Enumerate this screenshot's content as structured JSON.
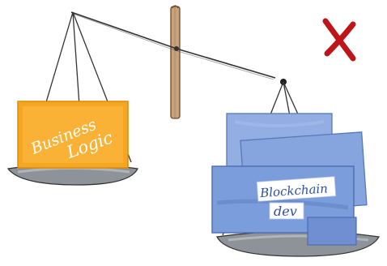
{
  "left_pan": {
    "label_line1": "Business",
    "label_line2": "Logic",
    "box_color": "#f5a623",
    "text_color": "#ffffff"
  },
  "right_pan": {
    "label_line1": "Blockchain",
    "label_line2": "dev",
    "box_color": "#7b9ddb",
    "label_text_color": "#2f4f9e"
  },
  "status": {
    "icon": "cross-mark-icon",
    "color": "#c0141b"
  }
}
